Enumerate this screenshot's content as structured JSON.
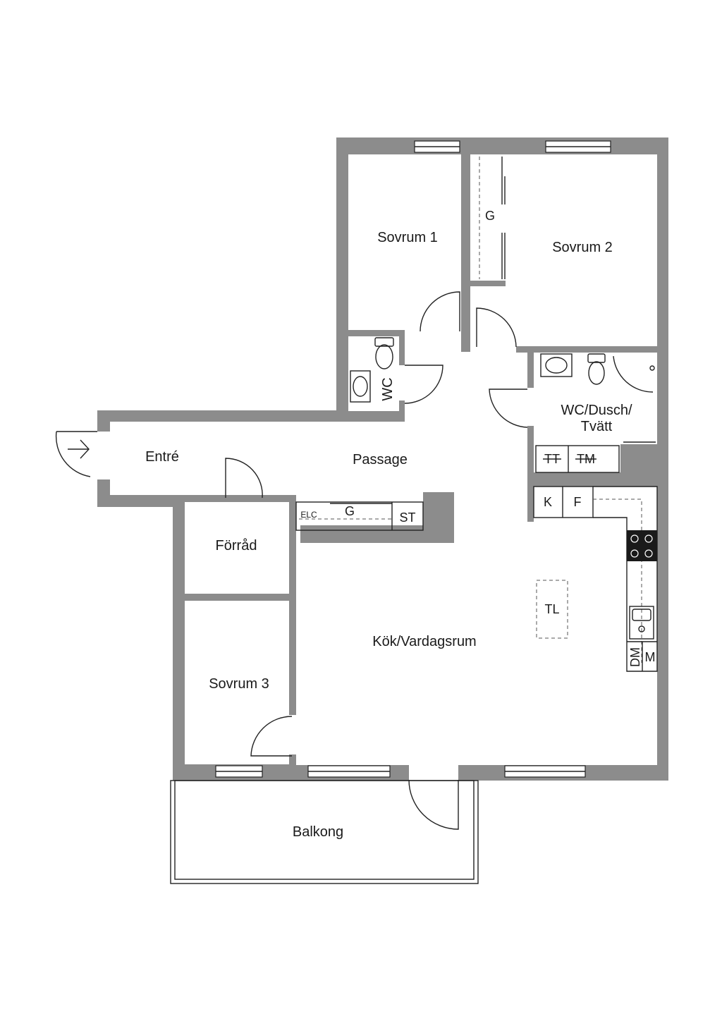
{
  "colors": {
    "wall": "#8c8c8c",
    "line": "#222222",
    "background": "#ffffff"
  },
  "rooms": {
    "sovrum1": "Sovrum 1",
    "sovrum2": "Sovrum 2",
    "sovrum3": "Sovrum 3",
    "wc": "WC",
    "wc_dusch": "WC/Dusch/",
    "tvatt": "Tvätt",
    "entre": "Entré",
    "passage": "Passage",
    "forrad": "Förråd",
    "kok": "Kök/Vardagsrum",
    "balkong": "Balkong"
  },
  "fixtures": {
    "g_top": "G",
    "g_passage": "G",
    "elc": "ELC",
    "st": "ST",
    "tt": "TT",
    "tm": "TM",
    "k": "K",
    "f": "F",
    "tl": "TL",
    "dm": "DM",
    "m": "M"
  }
}
